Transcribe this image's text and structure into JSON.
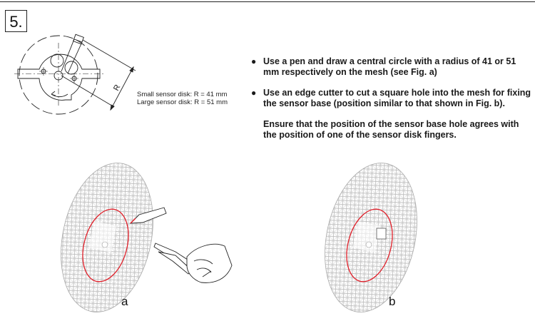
{
  "step": {
    "number": "5."
  },
  "diagram": {
    "dimension_label": "R",
    "legend": [
      "Small sensor disk: R = 41 mm",
      "Large sensor disk: R = 51 mm"
    ]
  },
  "instructions": {
    "items": [
      "Use a pen and draw a central circle with a radius of 41 or 51 mm respectively on the mesh (see Fig. a)",
      "Use an edge cutter to cut a square hole into the mesh for fixing the sensor base (position similar to that shown in Fig. b)."
    ],
    "note": "Ensure that the position of the sensor base hole agrees with the position of one of the sensor disk fingers."
  },
  "figures": {
    "a": "a",
    "b": "b"
  },
  "colors": {
    "circle_marking": "#e0202a",
    "line": "#222222",
    "mesh": "#b8b8b8"
  }
}
